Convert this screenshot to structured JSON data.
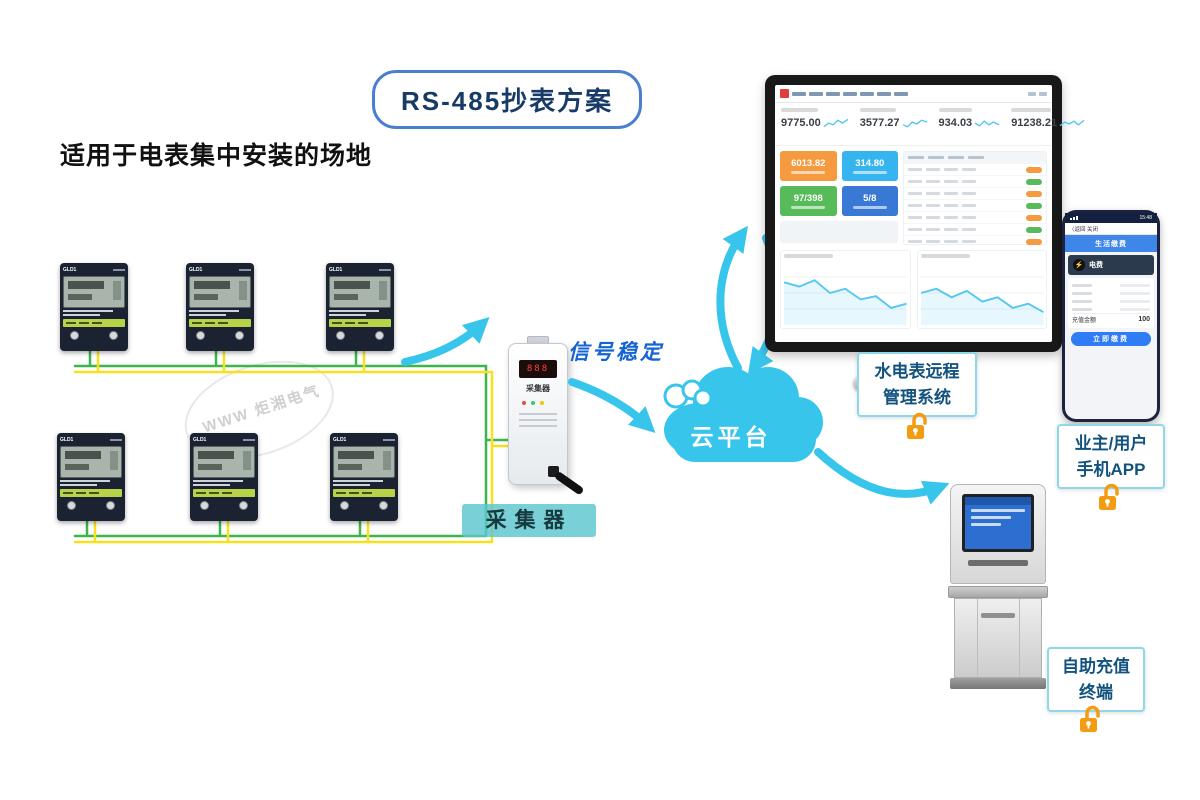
{
  "title_badge": {
    "text": "RS-485抄表方案"
  },
  "subtitle": "适用于电表集中安装的场地",
  "watermark": {
    "text": "WWW 炬湘电气"
  },
  "meters": {
    "brand": "GLD1",
    "count": 6
  },
  "collector": {
    "badge": "采集器",
    "device_text": "采集器",
    "led": "888",
    "signal_text": "信号稳定"
  },
  "cloud": {
    "label": "云平台"
  },
  "monitor": {
    "stats": [
      "9775.00",
      "3577.27",
      "934.03",
      "91238.21"
    ],
    "tiles": [
      "6013.82",
      "314.80",
      "97/398",
      "5/8"
    ]
  },
  "phone": {
    "time": "15:48",
    "nav": "〈返回  关闭",
    "banner": "生活缴费",
    "item": "电费",
    "icon": "⚡",
    "amount_label": "充值金额",
    "amount_value": "100",
    "button": "立即缴费"
  },
  "labels": {
    "management": {
      "line1": "水电表远程",
      "line2": "管理系统"
    },
    "app": {
      "line1": "业主/用户",
      "line2": "手机APP"
    },
    "kiosk": {
      "line1": "自助充值",
      "line2": "终端"
    }
  },
  "colors": {
    "accent_cyan": "#38c5ec",
    "wire_green": "#3cb54a",
    "wire_yellow": "#f7e11e",
    "lock_orange": "#f39c12",
    "label_text_blue": "#11527e",
    "signal_text_blue": "#1464d2",
    "tile_orange": "#f59a3e",
    "tile_blue": "#36b4f0",
    "tile_green": "#57bb5a",
    "tile_navy": "#3a78d6"
  }
}
